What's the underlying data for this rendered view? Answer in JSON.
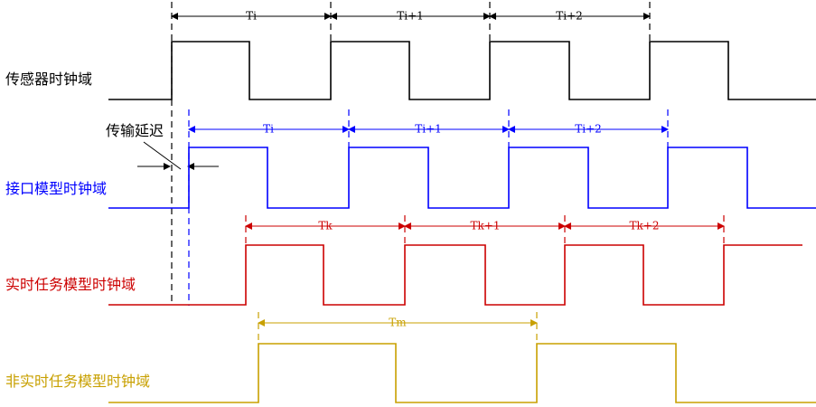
{
  "domains": {
    "sensor": {
      "label": "传感器时钟域",
      "color": "#000000"
    },
    "interface": {
      "label": "接口模型时钟域",
      "color": "#0000ff"
    },
    "realtime": {
      "label": "实时任务模型时钟域",
      "color": "#cc0000"
    },
    "nonrealtime": {
      "label": "非实时任务模型时钟域",
      "color": "#c8a000"
    }
  },
  "annotation": {
    "delay_label": "传输延迟"
  },
  "periods": {
    "sensor": [
      "Ti",
      "Ti+1",
      "Ti+2"
    ],
    "interface": [
      "Ti",
      "Ti+1",
      "Ti+2"
    ],
    "realtime": [
      "Tk",
      "Tk+1",
      "Tk+2"
    ],
    "nonrealtime": [
      "Tm"
    ]
  }
}
